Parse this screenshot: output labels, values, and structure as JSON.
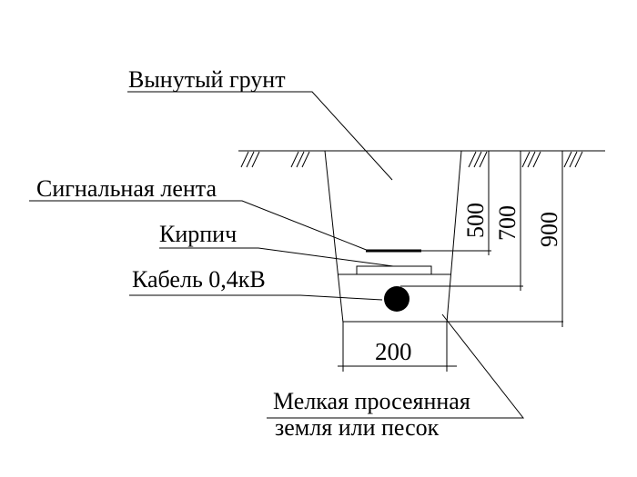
{
  "labels": {
    "excavated_soil": "Вынутый грунт",
    "signal_tape": "Сигнальная лента",
    "brick": "Кирпич",
    "cable": "Кабель 0,4кВ",
    "fill_line1": "Мелкая просеянная",
    "fill_line2": "земля или песок"
  },
  "dimensions": {
    "tape_depth": "500",
    "cable_depth": "700",
    "trench_depth": "900",
    "trench_width": "200"
  }
}
